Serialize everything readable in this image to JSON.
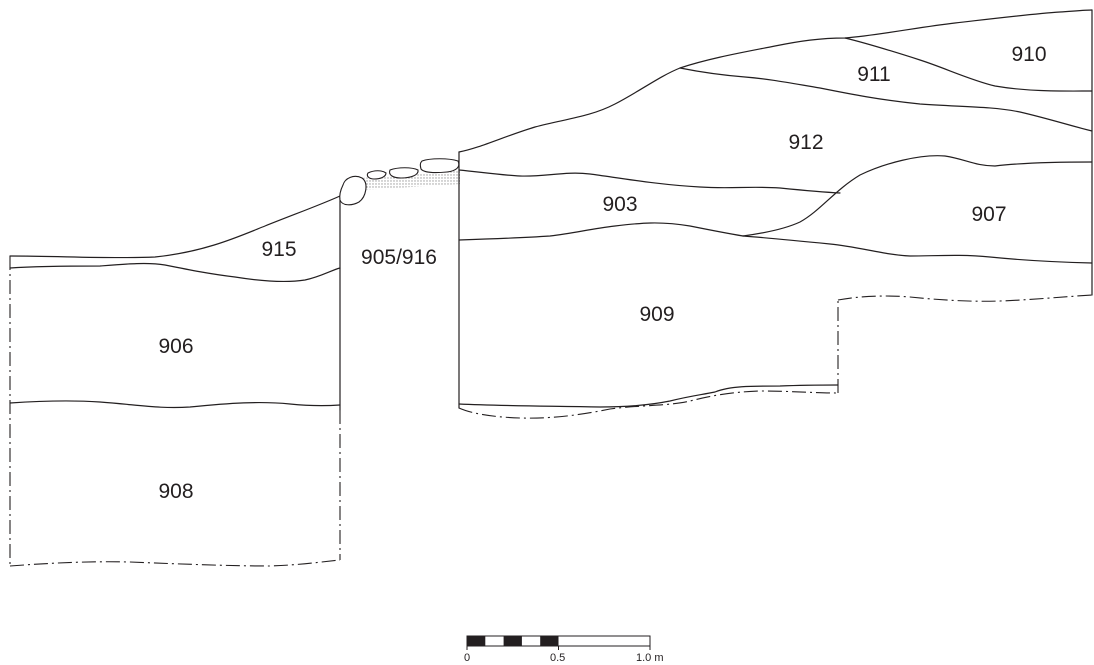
{
  "contexts": [
    {
      "id": "c910",
      "label": "910"
    },
    {
      "id": "c911",
      "label": "911"
    },
    {
      "id": "c912",
      "label": "912"
    },
    {
      "id": "c903",
      "label": "903"
    },
    {
      "id": "c907",
      "label": "907"
    },
    {
      "id": "c909",
      "label": "909"
    },
    {
      "id": "c915",
      "label": "915"
    },
    {
      "id": "c905-916",
      "label": "905/916"
    },
    {
      "id": "c906",
      "label": "906"
    },
    {
      "id": "c908",
      "label": "908"
    }
  ],
  "scale_bar": {
    "tick_labels": [
      "0",
      "0.5",
      "1.0 m"
    ]
  },
  "colors": {
    "line": "#231f20",
    "background": "#ffffff",
    "fill_stipple": "#b9b9b9"
  }
}
